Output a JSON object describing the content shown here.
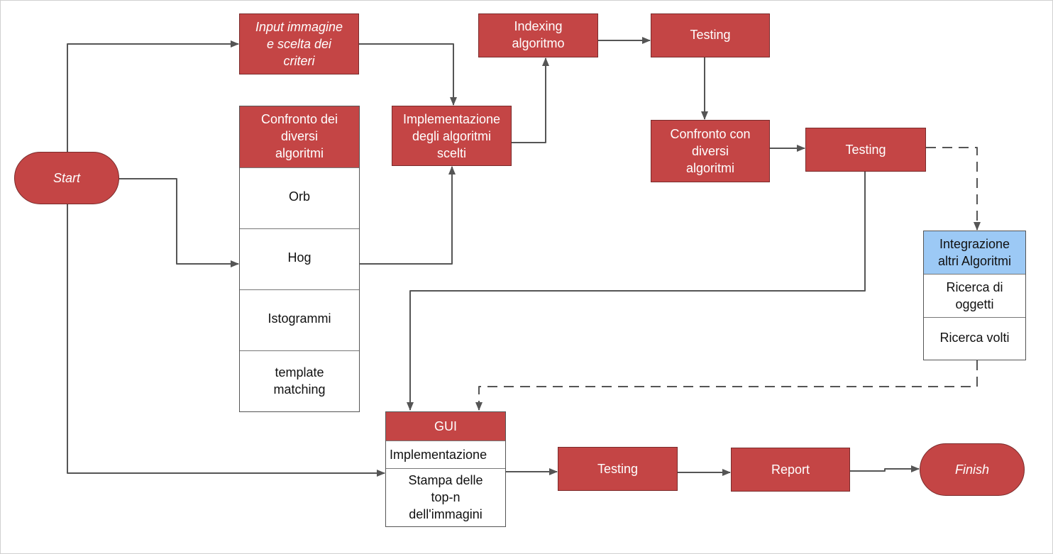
{
  "nodes": {
    "start": "Start",
    "input": "Input immagine\ne scelta dei\ncriteri",
    "indexing": "Indexing\nalgoritmo",
    "testing_1": "Testing",
    "implementazione": "Implementazione\ndegli algoritmi\nscelti",
    "confronto_con": "Confronto con\ndiversi\nalgoritmi",
    "testing_2": "Testing",
    "testing_3": "Testing",
    "report": "Report",
    "finish": "Finish"
  },
  "tables": {
    "confronto": {
      "header": "Confronto dei\ndiversi\nalgoritmi",
      "rows": [
        "Orb",
        "Hog",
        "Istogrammi",
        "template\nmatching"
      ]
    },
    "integrazione": {
      "header": "Integrazione\naltri Algoritmi",
      "rows": [
        "Ricerca di\noggetti",
        "Ricerca volti"
      ]
    },
    "gui": {
      "header": "GUI",
      "rows": [
        "Implementazione",
        "Stampa delle\ntop-n\ndell'immagini"
      ]
    }
  },
  "colors": {
    "node_fill": "#c44545",
    "node_border": "#7a2b2b",
    "highlight_header": "#9cc9f5",
    "connector": "#555555"
  }
}
